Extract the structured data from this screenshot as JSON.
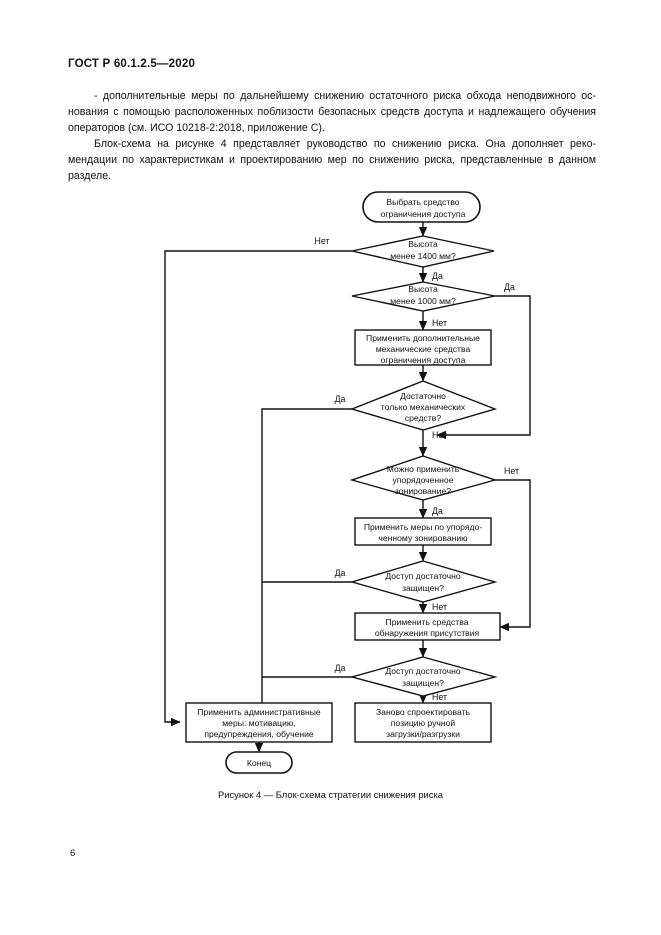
{
  "document": {
    "standard_header": "ГОСТ Р 60.1.2.5—2020",
    "page_number": "6",
    "paragraphs": [
      "- дополнительные меры по дальнейшему снижению остаточного риска обхода неподвижного ос­нования с помощью расположенных поблизости безопасных средств доступа и надлежащего обучения операторов (см. ИСО 10218-2:2018, приложение C).",
      "Блок-схема на рисунке 4 представляет руководство по снижению риска. Она дополняет реко­мендации по характеристикам и проектированию мер по снижению риска, представленные в данном разделе."
    ],
    "figure_caption": "Рисунок 4 — Блок-схема стратегии снижения риска"
  },
  "flowchart": {
    "title": "Блок-схема стратегии снижения риска",
    "nodes": {
      "start": {
        "type": "terminator",
        "text_lines": [
          "Выбрать средство",
          "ограничения доступа"
        ]
      },
      "d1": {
        "type": "decision",
        "text_lines": [
          "Высота",
          "менее 1400 мм?"
        ]
      },
      "d2": {
        "type": "decision",
        "text_lines": [
          "Высота",
          "менее 1000 мм?"
        ]
      },
      "p1": {
        "type": "process",
        "text_lines": [
          "Применить дополнительные",
          "механические средства",
          "ограничения доступа"
        ]
      },
      "d3": {
        "type": "decision",
        "text_lines": [
          "Достаточно",
          "только механических",
          "средств?"
        ]
      },
      "d4": {
        "type": "decision",
        "text_lines": [
          "Можно применить",
          "упорядоченное",
          "зонирование?"
        ]
      },
      "p2": {
        "type": "process",
        "text_lines": [
          "Применить меры по упорядо-",
          "ченному зонированию"
        ]
      },
      "d5": {
        "type": "decision",
        "text_lines": [
          "Доступ достаточно",
          "защищен?"
        ]
      },
      "p3": {
        "type": "process",
        "text_lines": [
          "Применить средства",
          "обнаружения присутствия"
        ]
      },
      "d6": {
        "type": "decision",
        "text_lines": [
          "Доступ достаточно",
          "защищен?"
        ]
      },
      "p4": {
        "type": "process",
        "text_lines": [
          "Применить административные",
          "меры: мотивацию,",
          "предупреждения, обучение"
        ]
      },
      "p5": {
        "type": "process",
        "text_lines": [
          "Заново спроектировать",
          "позицию ручной",
          "загрузки/разгрузки"
        ]
      },
      "end": {
        "type": "terminator",
        "text_lines": [
          "Конец"
        ]
      }
    },
    "edge_labels": {
      "d1_no": "Нет",
      "d1_yes": "Да",
      "d2_yes": "Да",
      "d2_no": "Нет",
      "d3_yes": "Да",
      "d3_no": "Нет",
      "d4_no": "Нет",
      "d4_yes": "Да",
      "d5_yes": "Да",
      "d5_no": "Нет",
      "d6_yes": "Да",
      "d6_no": "Нет"
    },
    "colors": {
      "stroke": "#111111",
      "fill": "#ffffff"
    }
  }
}
